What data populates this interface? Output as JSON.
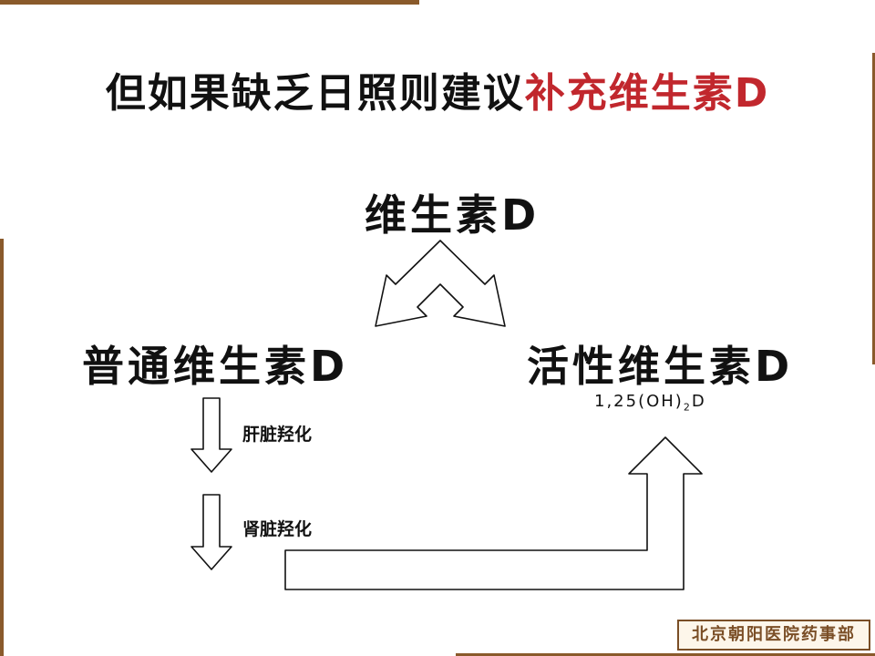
{
  "headline": {
    "prefix": "但如果缺乏日照则建议",
    "highlight": "补充维生素D"
  },
  "colors": {
    "text": "#111111",
    "accent": "#c1272d",
    "frame": "#8a5a2b"
  },
  "diagram": {
    "top_node": "维生素D",
    "left_node": "普通维生素D",
    "right_node": "活性维生素D",
    "right_formula": {
      "prefix": "1,25(OH)",
      "subscript": "2",
      "suffix": "D"
    },
    "step_liver": "肝脏羟化",
    "step_kidney": "肾脏羟化"
  },
  "footer": {
    "source": "北京朝阳医院药事部"
  }
}
